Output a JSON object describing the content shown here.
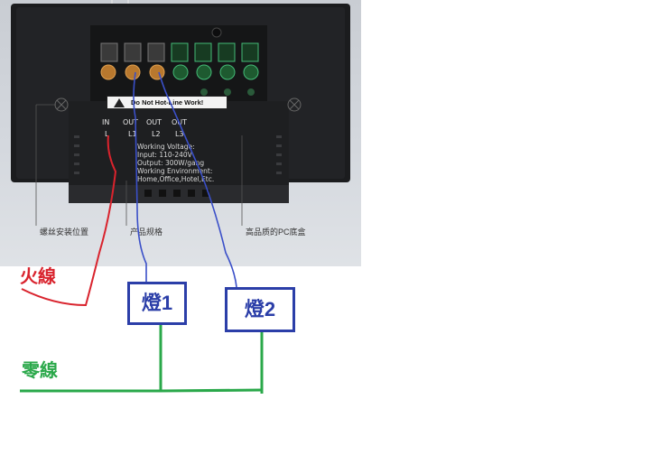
{
  "terminals": {
    "in": "IN",
    "l": "L",
    "out1": "OUT",
    "out2": "OUT",
    "out3": "OUT",
    "l1": "L1",
    "l2": "L2",
    "l3": "L3"
  },
  "warning_label": "Do Not Hot-Line Work!",
  "spec": {
    "line1": "Working Voltage:",
    "line2": "Input: 110-240V",
    "line3": "Output: 300W/gang",
    "line4": "Working Environment:",
    "line5": "Home,Office,Hotel,Etc."
  },
  "captions": {
    "screw": "螺丝安装位置",
    "spec": "产品规格",
    "box": "高品质的PC底盒"
  },
  "lamps": {
    "lamp1": "燈1",
    "lamp2": "燈2"
  },
  "wires": {
    "live": "火線",
    "neutral": "零線"
  },
  "colors": {
    "live_wire": "#d9232d",
    "switched_wire": "#3a4fc8",
    "neutral_wire": "#2aa84a",
    "lamp_box": "#2b3ea8"
  }
}
